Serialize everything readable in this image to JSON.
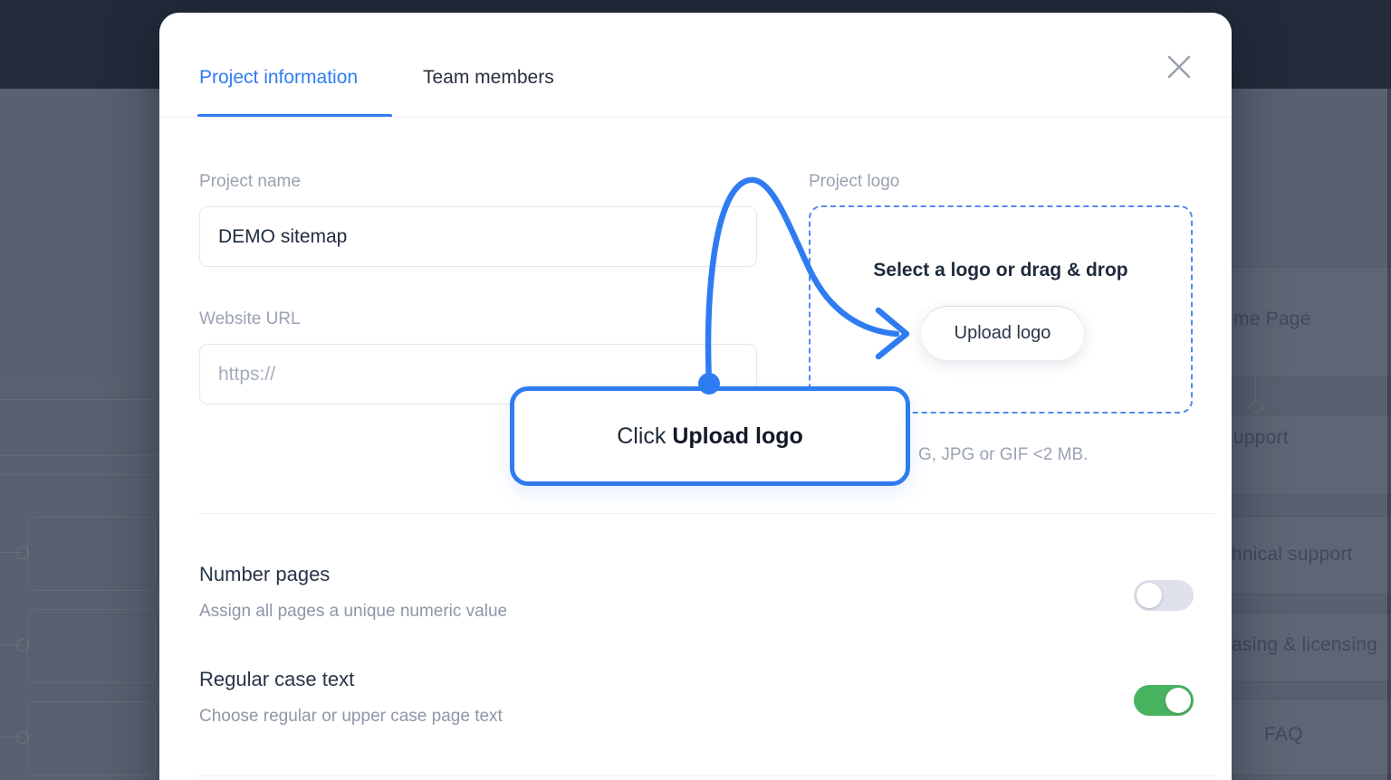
{
  "colors": {
    "accent_blue": "#2F7CF2",
    "toggle_on_green": "#47B35F",
    "header_navy": "#232B3A",
    "overlay_gray": "#596170"
  },
  "modal": {
    "tabs": [
      {
        "label": "Project information"
      },
      {
        "label": "Team members"
      }
    ],
    "active_tab": "Project information",
    "project_name": {
      "label": "Project name",
      "value": "DEMO sitemap"
    },
    "website_url": {
      "label": "Website URL",
      "placeholder": "https://"
    },
    "project_logo": {
      "label": "Project logo",
      "dropzone_text": "Select a logo or drag & drop",
      "upload_button_label": "Upload logo",
      "file_hint_visible": "G, JPG or GIF <2 MB."
    },
    "settings": [
      {
        "title": "Number pages",
        "description": "Assign all pages a unique numeric value",
        "enabled": false
      },
      {
        "title": "Regular case text",
        "description": "Choose regular or upper case page text",
        "enabled": true
      }
    ]
  },
  "tooltip": {
    "text_regular": "Click ",
    "text_bold": "Upload logo"
  },
  "background": {
    "fragments": [
      {
        "text": "me Page"
      },
      {
        "text": "upport"
      },
      {
        "text": "hnical support"
      },
      {
        "text": "asing & licensing"
      },
      {
        "text": "FAQ"
      }
    ]
  }
}
